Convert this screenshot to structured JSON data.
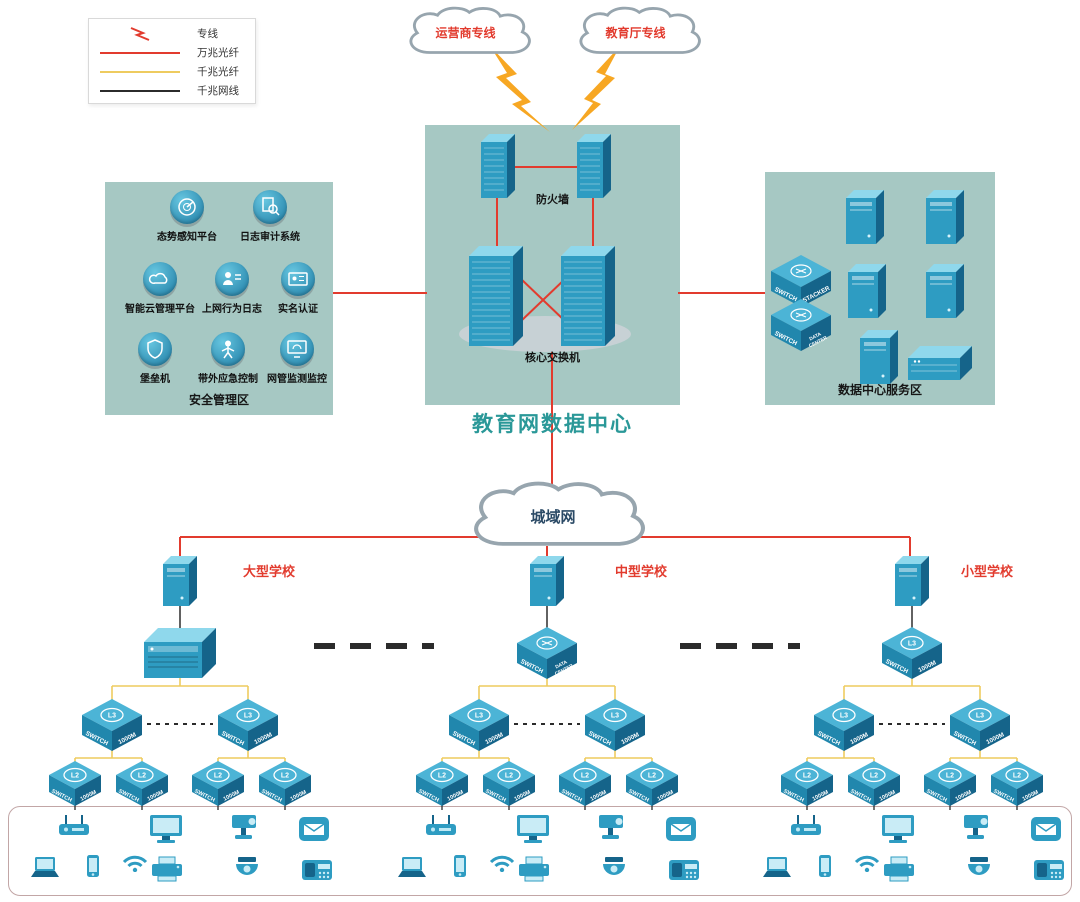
{
  "colors": {
    "zone_bg": "#a6c8c3",
    "device_teal": "#2e9cc2",
    "line_red": "#e23b2e",
    "line_yellow": "#eecb5f",
    "line_black": "#3a3a3a",
    "lightning_orange": "#f7a723",
    "school_label_red": "#e23b2e",
    "title_teal": "#2a9898"
  },
  "legend": {
    "items": [
      {
        "label": "专线",
        "icon": "lightning-red"
      },
      {
        "label": "万兆光纤",
        "icon": "red-line"
      },
      {
        "label": "千兆光纤",
        "icon": "yellow-line"
      },
      {
        "label": "千兆网线",
        "icon": "black-line"
      }
    ]
  },
  "clouds": {
    "isp": "运营商专线",
    "edu": "教育厅专线",
    "man": "城域网"
  },
  "data_center": {
    "title": "教育网数据中心",
    "firewall_label": "防火墙",
    "core_switch_label": "核心交换机"
  },
  "security_zone": {
    "title": "安全管理区",
    "rows": [
      [
        {
          "label": "态势感知平台",
          "icon": "situation-radar"
        },
        {
          "label": "日志审计系统",
          "icon": "log-audit"
        }
      ],
      [
        {
          "label": "智能云管理平台",
          "icon": "cloud-manage"
        },
        {
          "label": "上网行为日志",
          "icon": "behavior-log"
        },
        {
          "label": "实名认证",
          "icon": "realname-auth"
        }
      ],
      [
        {
          "label": "堡垒机",
          "icon": "bastion-host"
        },
        {
          "label": "带外应急控制",
          "icon": "oob-control"
        },
        {
          "label": "网管监测监控",
          "icon": "net-monitor"
        }
      ]
    ]
  },
  "service_zone": {
    "title": "数据中心服务区",
    "switches": [
      {
        "badge": "",
        "left": "SWITCH",
        "right": "STACKER"
      },
      {
        "badge": "",
        "left": "SWITCH",
        "right": "DATA CENTER"
      }
    ]
  },
  "schools": [
    {
      "name": "大型学校",
      "core": {
        "type": "stack-chassis",
        "badge": "",
        "left": "",
        "right": ""
      },
      "distribution": {
        "badge": "L3",
        "left": "SWITCH",
        "right": "1000M"
      },
      "access": {
        "badge": "L2",
        "left": "SWITCH",
        "right": "1000M"
      }
    },
    {
      "name": "中型学校",
      "core": {
        "type": "iso-switch",
        "badge": "",
        "left": "SWITCH",
        "right": "DATA CENTER"
      },
      "distribution": {
        "badge": "L3",
        "left": "SWITCH",
        "right": "1000M"
      },
      "access": {
        "badge": "L2",
        "left": "SWITCH",
        "right": "1000M"
      }
    },
    {
      "name": "小型学校",
      "core": {
        "type": "iso-switch",
        "badge": "L3",
        "left": "SWITCH",
        "right": "1000M"
      },
      "distribution": {
        "badge": "L3",
        "left": "SWITCH",
        "right": "1000M"
      },
      "access": {
        "badge": "L2",
        "left": "SWITCH",
        "right": "1000M"
      }
    }
  ],
  "terminals": {
    "devices": [
      "wireless-ap-icon",
      "laptop-icon",
      "smartphone-icon",
      "wifi-signal-icon",
      "monitor-icon",
      "printer-icon",
      "ptz-camera-icon",
      "dome-camera-icon",
      "mail-terminal-icon",
      "desk-phone-icon"
    ]
  }
}
